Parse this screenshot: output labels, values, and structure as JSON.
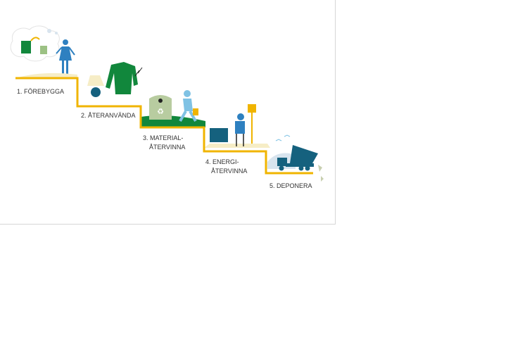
{
  "title": "Avfallstrappan",
  "colors": {
    "step_line": "#f0b400",
    "green": "#11873c",
    "light_green": "#9cc184",
    "blue": "#2e80c0",
    "light_blue": "#7fc2e4",
    "teal": "#15617e",
    "sand": "#f6edc6"
  },
  "steps": [
    {
      "label": "1. FÖREBYGGA"
    },
    {
      "label": "2. ÅTERANVÄNDA"
    },
    {
      "label_line1": "3. MATERIAL-",
      "label_line2": "ÅTERVINNA"
    },
    {
      "label_line1": "4. ENERGI-",
      "label_line2": "ÅTERVINNA"
    },
    {
      "label": "5. DEPONERA"
    }
  ]
}
